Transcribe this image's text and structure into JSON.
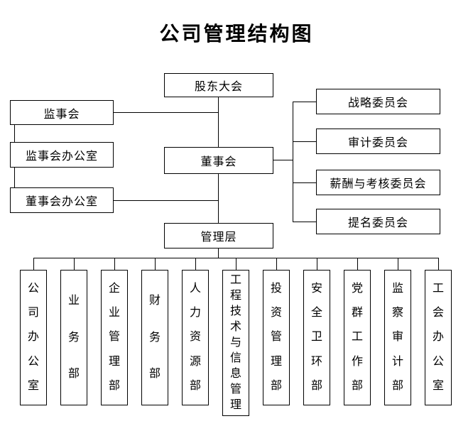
{
  "title": "公司管理结构图",
  "nodes": {
    "shareholders": "股东大会",
    "supervisory_board": "监事会",
    "supervisory_office": "监事会办公室",
    "board_office": "董事会办公室",
    "board": "董事会",
    "management": "管理层"
  },
  "committees": [
    "战略委员会",
    "审计委员会",
    "薪酬与考核委员会",
    "提名委员会"
  ],
  "departments": [
    "公司办公室",
    "业务部",
    "企业管理部",
    "财务部",
    "人力资源部",
    "工程技术与信息管理",
    "投资管理部",
    "安全卫环部",
    "党群工作部",
    "监察审计部",
    "工会办公室"
  ],
  "colors": {
    "line": "#000000",
    "border": "#000000",
    "background": "#ffffff",
    "text": "#000000"
  }
}
